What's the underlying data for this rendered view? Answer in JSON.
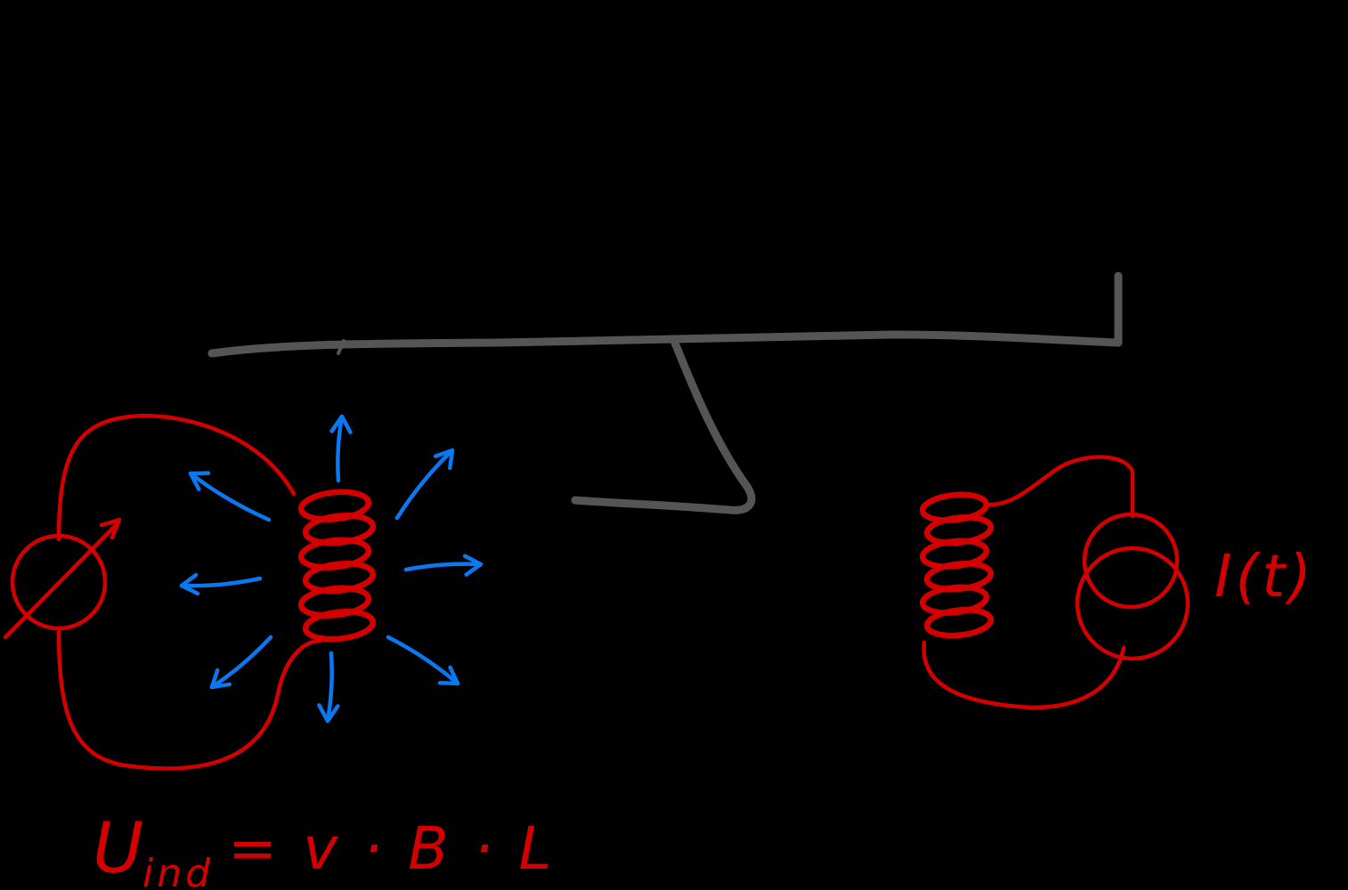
{
  "colors": {
    "background": "#000000",
    "circuit": "#d40000",
    "field": "#0a78f0",
    "mechanism": "#555555"
  },
  "labels": {
    "source_current": "I(t)",
    "formula_main": "U",
    "formula_sub": "ind",
    "formula_rest": "= v · B · L"
  }
}
